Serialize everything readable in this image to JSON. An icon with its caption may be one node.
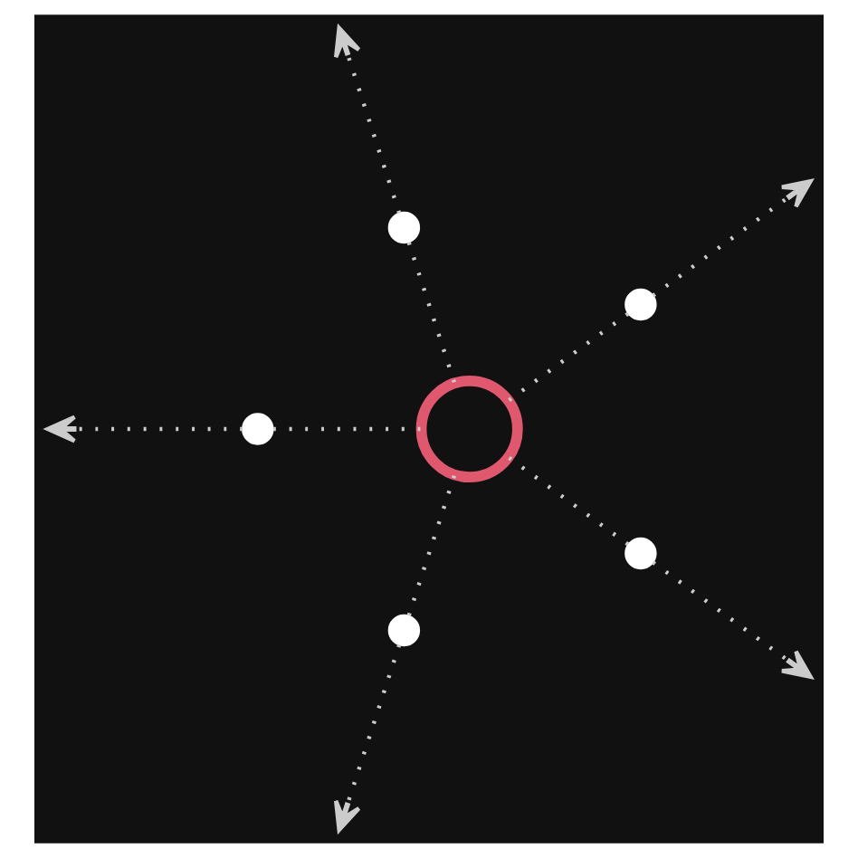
{
  "diagram": {
    "nodes": [
      {
        "text": [],
        "shape": "circle"
      },
      {
        "text": [],
        "shape": "circle"
      },
      {
        "text": [],
        "shape": "circle"
      },
      {
        "text": [],
        "shape": "circle"
      },
      {
        "text": [],
        "shape": "circle"
      },
      {
        "text": [],
        "shape": "circle"
      }
    ],
    "edges": [
      {
        "from": 0,
        "to": 1,
        "arrow": "none",
        "style": "dashed"
      },
      {
        "from": 1,
        "to": null,
        "arrow": "to",
        "style": "dashed"
      },
      {
        "from": 0,
        "to": 2,
        "arrow": "none",
        "style": "dashed"
      },
      {
        "from": 2,
        "to": null,
        "arrow": "to",
        "style": "dashed"
      },
      {
        "from": 0,
        "to": 3,
        "arrow": "none",
        "style": "dashed"
      },
      {
        "from": 3,
        "to": null,
        "arrow": "to",
        "style": "dashed"
      },
      {
        "from": 0,
        "to": 4,
        "arrow": "none",
        "style": "dashed"
      },
      {
        "from": 4,
        "to": null,
        "arrow": "to",
        "style": "dashed"
      },
      {
        "from": 0,
        "to": 5,
        "arrow": "none",
        "style": "dashed"
      },
      {
        "from": 5,
        "to": null,
        "arrow": "to",
        "style": "dashed"
      }
    ]
  }
}
